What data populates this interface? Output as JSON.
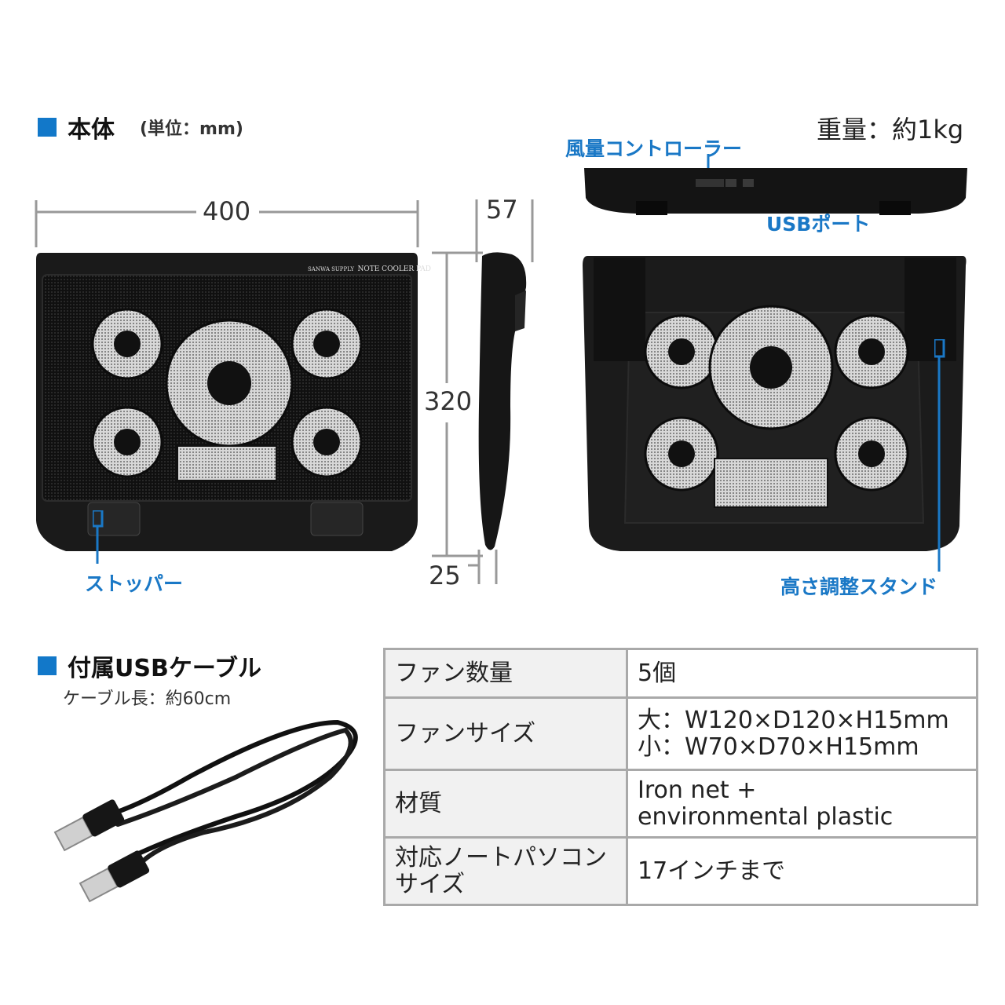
{
  "body_section": {
    "title": "本体",
    "unit": "(単位：mm)"
  },
  "weight": "重量：約1kg",
  "dimensions": {
    "width": "400",
    "depth": "320",
    "height": "57",
    "front_height": "25"
  },
  "callouts": {
    "fan_controller": "風量コントローラー",
    "usb_port": "USBポート",
    "stopper": "ストッパー",
    "stand": "高さ調整スタンド"
  },
  "product_logo": {
    "brand": "SANWA SUPPLY",
    "model": "NOTE COOLER PAD"
  },
  "cable_section": {
    "title": "付属USBケーブル",
    "length": "ケーブル長：約60cm"
  },
  "specs": [
    {
      "key": "ファン数量",
      "value": "5個"
    },
    {
      "key": "ファンサイズ",
      "value": "大：W120×D120×H15mm",
      "value2": "小：W70×D70×H15mm"
    },
    {
      "key": "材質",
      "value": "Iron net +",
      "value2": "environmental plastic"
    },
    {
      "key": "対応ノートパソコン",
      "key2": "サイズ",
      "value": "17インチまで"
    }
  ],
  "colors": {
    "accent": "#1278c9",
    "callout": "#1a78c6",
    "device": "#151515"
  }
}
